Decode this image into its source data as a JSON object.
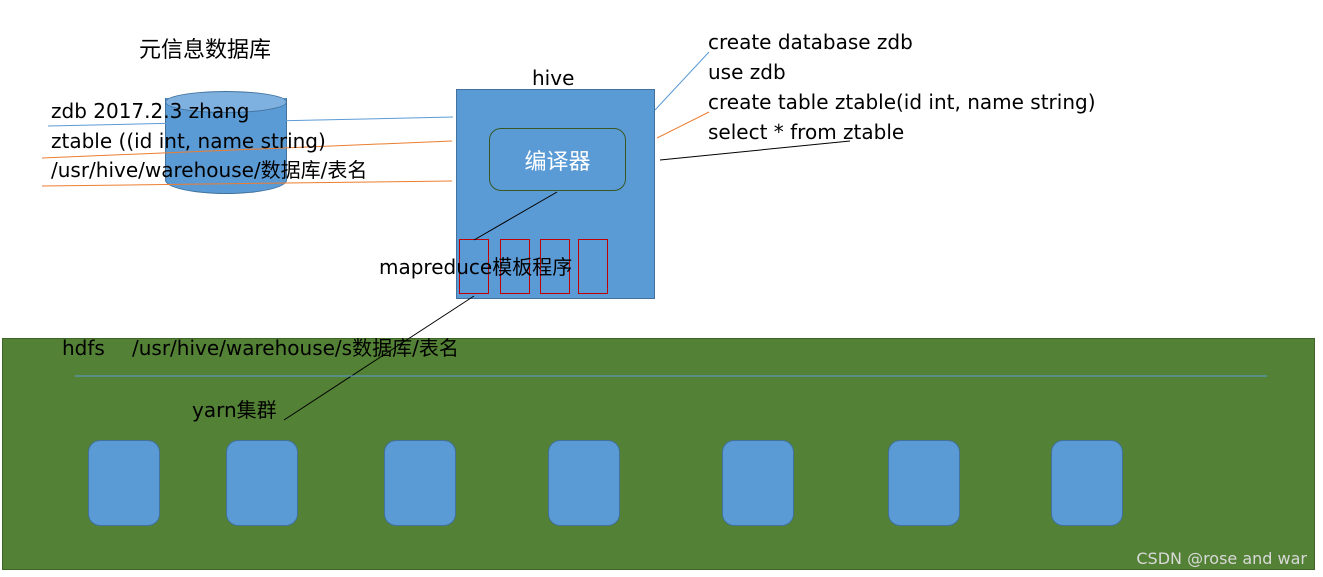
{
  "metastore": {
    "title": "元信息数据库",
    "row1": "zdb  2017.2.3  zhang",
    "row2": "ztable ((id int, name string)",
    "row3": "/usr/hive/warehouse/数据库/表名"
  },
  "hive": {
    "label": "hive",
    "compiler_label": "编译器",
    "mapreduce_label": "mapreduce模板程序"
  },
  "sql": {
    "lines": [
      "create database zdb",
      "use zdb",
      "create table ztable(id int, name string)",
      "select * from ztable"
    ]
  },
  "hdfs": {
    "label": "hdfs",
    "path": "/usr/hive/warehouse/s数据库/表名"
  },
  "yarn": {
    "label": "yarn集群",
    "node_count": 7
  },
  "watermark": "CSDN @rose and war",
  "colors": {
    "box_blue": "#5b9bd5",
    "panel_green": "#538135",
    "line_blue": "#5b9bd5",
    "line_orange": "#ed7d31",
    "template_red": "#c00000"
  }
}
